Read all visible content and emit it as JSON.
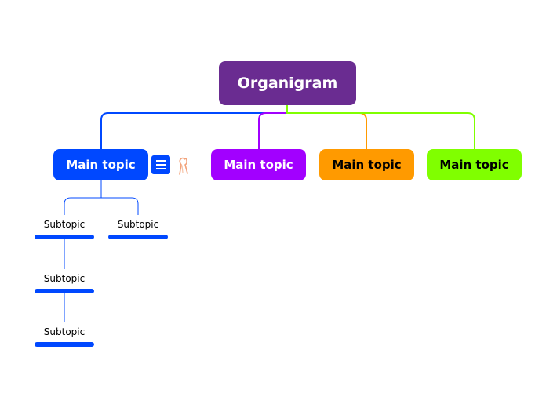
{
  "root": {
    "label": "Organigram",
    "color": "#6a2c91"
  },
  "main_topics": [
    {
      "label": "Main topic",
      "color": "#0048ff"
    },
    {
      "label": "Main topic",
      "color": "#a200ff"
    },
    {
      "label": "Main topic",
      "color": "#ff9a00"
    },
    {
      "label": "Main topic",
      "color": "#80ff00"
    }
  ],
  "subtopics": [
    {
      "label": "Subtopic"
    },
    {
      "label": "Subtopic"
    },
    {
      "label": "Subtopic"
    },
    {
      "label": "Subtopic"
    }
  ],
  "icons": {
    "notes": "notes-icon",
    "attachment": "attachment-icon"
  }
}
